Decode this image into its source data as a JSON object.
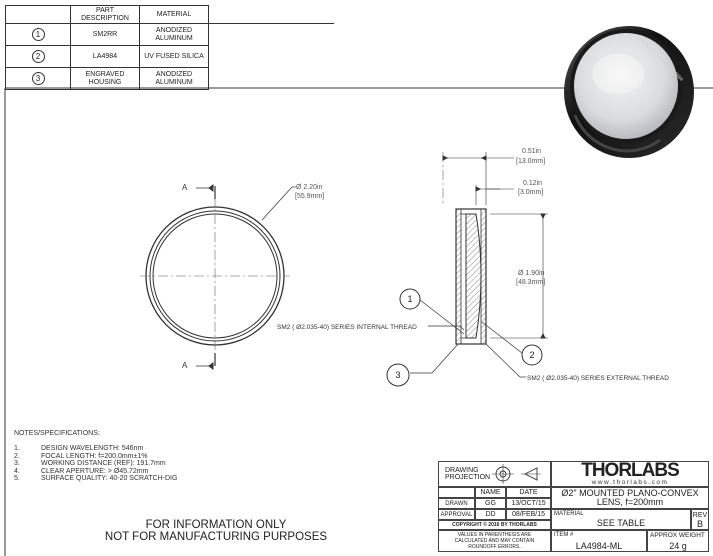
{
  "parts_table": {
    "headers": [
      "",
      "PART DESCRIPTION",
      "MATERIAL"
    ],
    "rows": [
      {
        "number": "1",
        "description": "SM2RR",
        "material": "ANODIZED ALUMINUM"
      },
      {
        "number": "2",
        "description": "LA4984",
        "material": "UV FUSED SILICA"
      },
      {
        "number": "3",
        "description": "ENGRAVED HOUSING",
        "material": "ANODIZED ALUMINUM"
      }
    ]
  },
  "drawing": {
    "section_label_top": "A",
    "section_label_bottom": "A",
    "dim_outer_diameter": "Ø 2.20in",
    "dim_outer_diameter_mm": "[55.9mm]",
    "dim_thickness": "0.51in",
    "dim_thickness_mm": "[13.0mm]",
    "dim_lens_edge": "0.12in",
    "dim_lens_edge_mm": "[3.0mm]",
    "dim_clear_diameter": "Ø 1.90in",
    "dim_clear_diameter_mm": "[48.3mm]",
    "callout_1": "1",
    "callout_2": "2",
    "callout_3": "3",
    "internal_thread_label": "SM2 ( Ø2.035-40) SERIES INTERNAL THREAD",
    "external_thread_label": "SM2 ( Ø2.035-40) SERIES EXTERNAL THREAD",
    "engraving_text": "PLANO-CONVEX LA4984"
  },
  "notes": {
    "heading": "NOTES/SPECIFICATIONS:",
    "items": [
      {
        "num": "1.",
        "text": "DESIGN WAVELENGTH: 546nm"
      },
      {
        "num": "2.",
        "text": "FOCAL LENGTH: f=200.0mm±1%"
      },
      {
        "num": "3.",
        "text": "WORKING DISTANCE (REF): 191.7mm"
      },
      {
        "num": "4.",
        "text": "CLEAR APERTURE: > Ø45.72mm"
      },
      {
        "num": "5.",
        "text": "SURFACE QUALITY: 40-20 SCRATCH-DIG"
      }
    ]
  },
  "disclaimer": {
    "line1": "FOR INFORMATION ONLY",
    "line2": "NOT FOR MANUFACTURING PURPOSES"
  },
  "title_block": {
    "projection_label": "DRAWING PROJECTION",
    "name_header": "NAME",
    "date_header": "DATE",
    "drawn_label": "DRAWN",
    "drawn_name": "GG",
    "drawn_date": "13/OCT/15",
    "approval_label": "APPROVAL",
    "approval_name": "DD",
    "approval_date": "08/FEB/15",
    "copyright": "COPYRIGHT © 2016 BY THORLABS",
    "values_note": "VALUES IN PARENTHESIS ARE CALCULATED AND MAY CONTAIN ROUNDOFF ERRORS.",
    "logo_text": "THORLABS",
    "website": "www.thorlabs.com",
    "title": "Ø2\" MOUNTED PLANO-CONVEX LENS, f=200mm",
    "material_label": "MATERIAL",
    "material_value": "SEE TABLE",
    "rev_label": "REV",
    "rev_value": "B",
    "item_label": "ITEM #",
    "item_value": "LA4984-ML",
    "weight_label": "APPROX WEIGHT",
    "weight_value": "24 g"
  }
}
